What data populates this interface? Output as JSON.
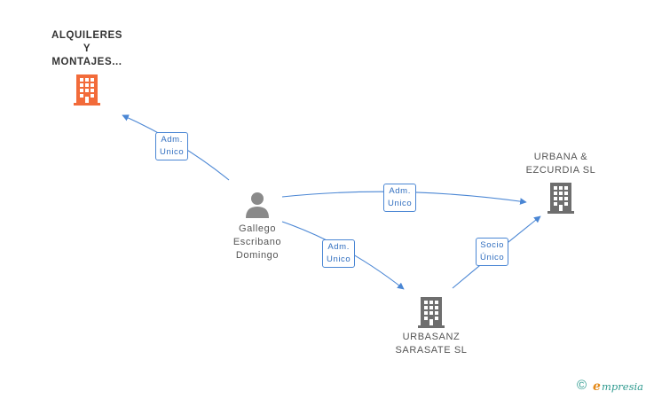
{
  "nodes": {
    "alquileres": {
      "label": "ALQUILERES\nY\nMONTAJES...",
      "color": "#f26b3a"
    },
    "urbana": {
      "label": "URBANA &\nEZCURDIA SL",
      "color": "#6e6e6e"
    },
    "person": {
      "label": "Gallego\nEscribano\nDomingo",
      "color": "#8a8a8a"
    },
    "urbasanz": {
      "label": "URBASANZ\nSARASATE SL",
      "color": "#6e6e6e"
    }
  },
  "edges": [
    {
      "id": "person-alquileres",
      "label_line1": "Adm.",
      "label_line2": "Unico"
    },
    {
      "id": "person-urbana",
      "label_line1": "Adm.",
      "label_line2": "Unico"
    },
    {
      "id": "person-urbasanz",
      "label_line1": "Adm.",
      "label_line2": "Unico"
    },
    {
      "id": "urbasanz-urbana",
      "label_line1": "Socio",
      "label_line2": "Único"
    }
  ],
  "edge_color": "#4a86d4",
  "watermark": {
    "copyright": "©",
    "logo_letter": "e",
    "brand": "mpresia"
  }
}
